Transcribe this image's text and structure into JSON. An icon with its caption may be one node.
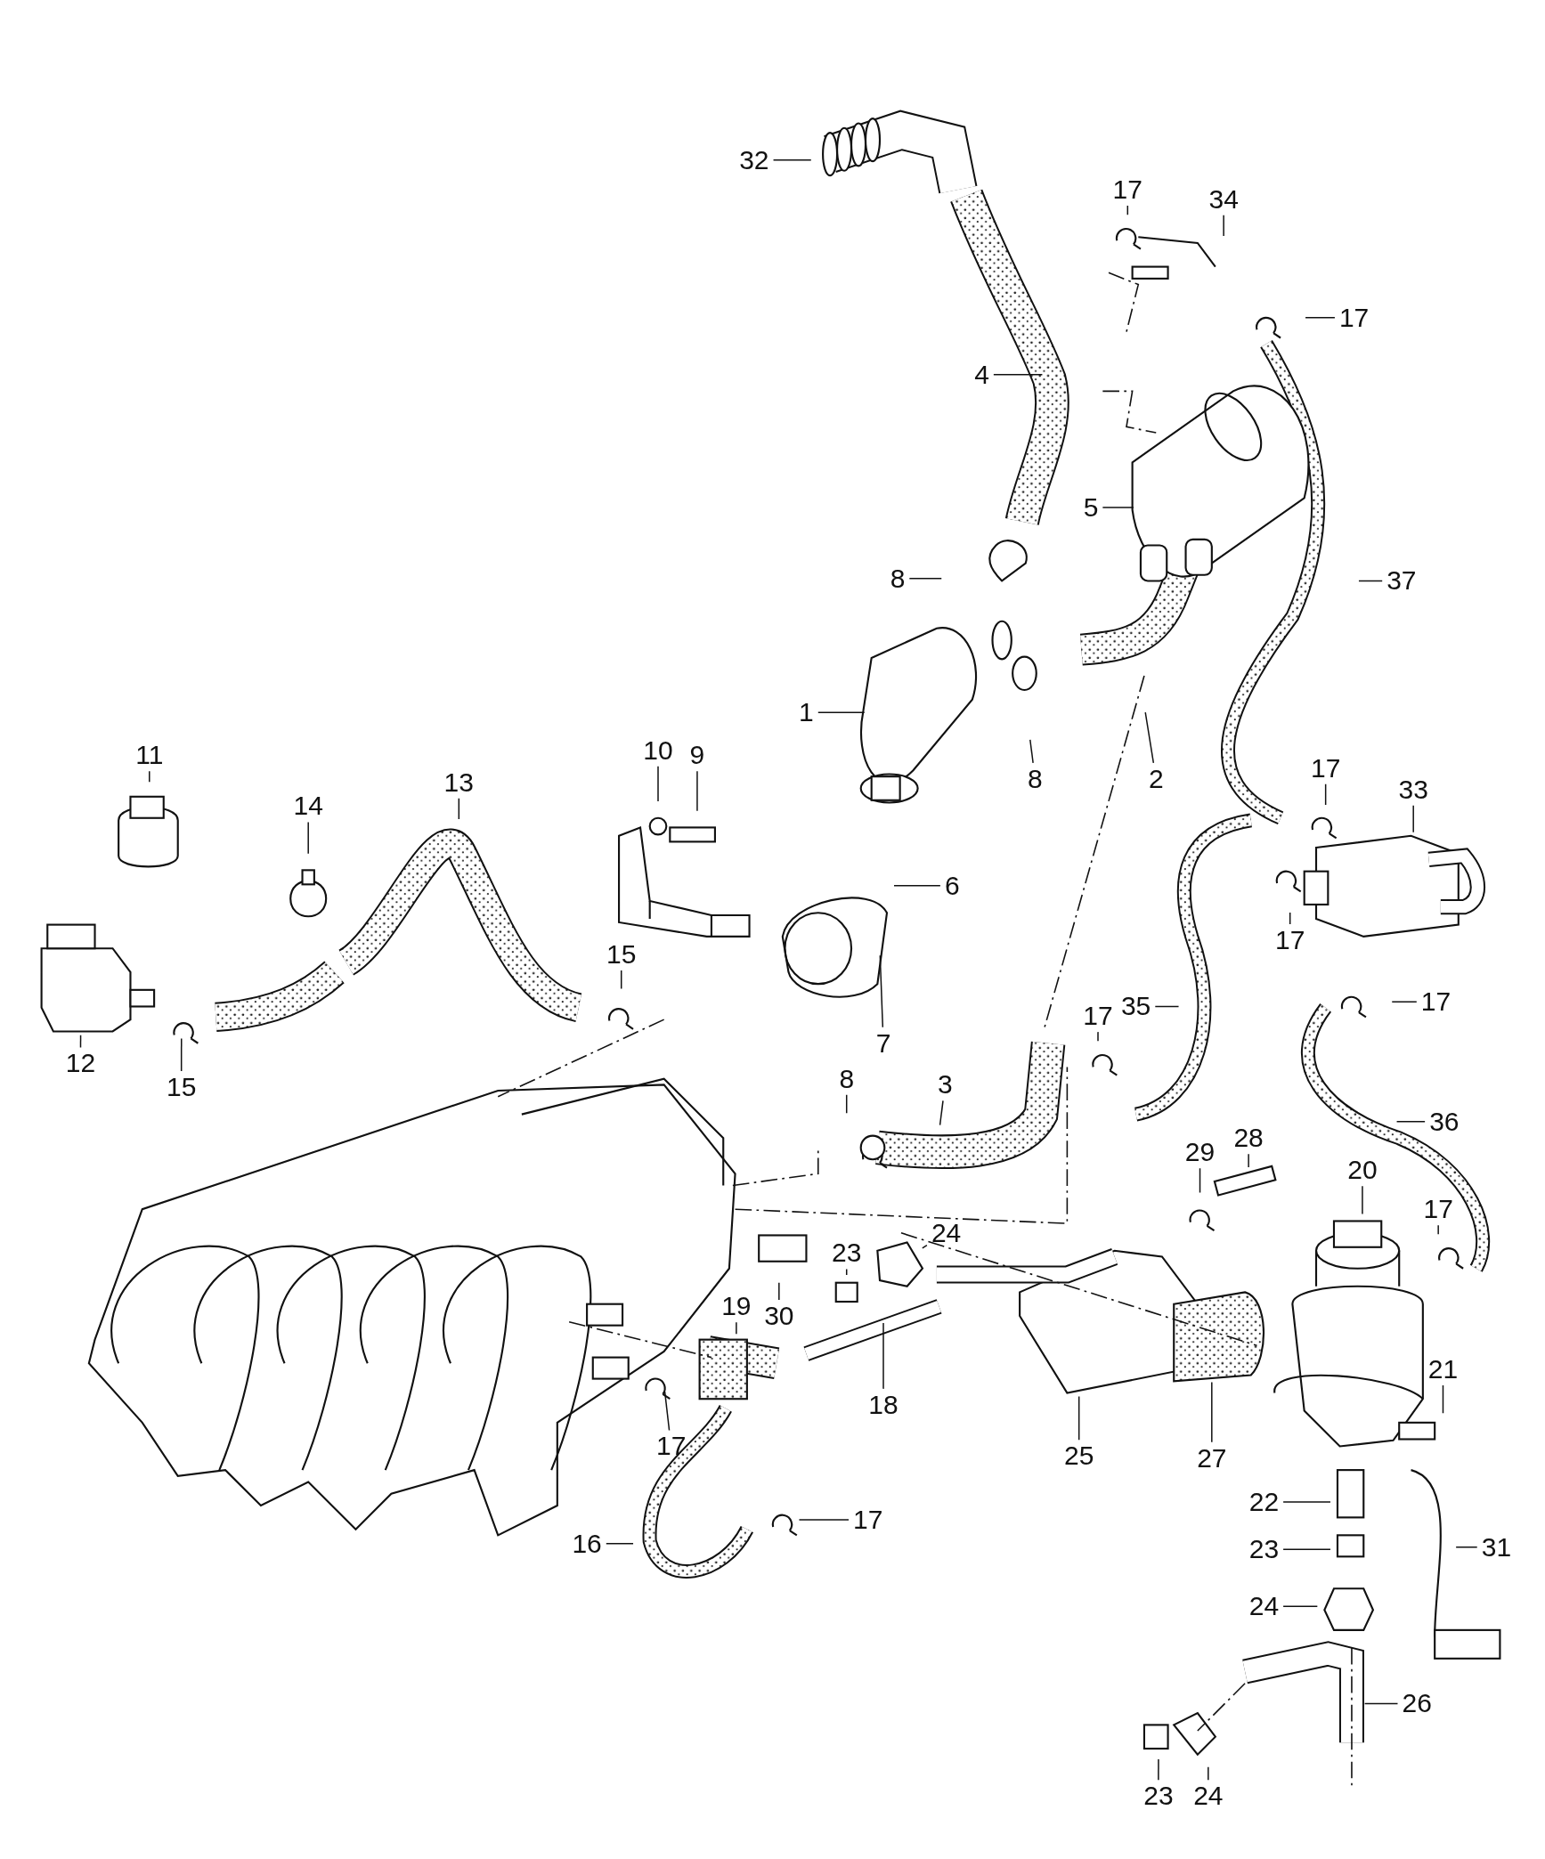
{
  "diagram": {
    "nodes": [
      {
        "text": [
          "32"
        ]
      },
      {
        "text": [
          "17"
        ]
      },
      {
        "text": [
          "34"
        ]
      },
      {
        "text": [
          "17"
        ]
      },
      {
        "text": [
          "4"
        ]
      },
      {
        "text": [
          "5"
        ]
      },
      {
        "text": [
          "37"
        ]
      },
      {
        "text": [
          "8"
        ]
      },
      {
        "text": [
          "1"
        ]
      },
      {
        "text": [
          "8"
        ]
      },
      {
        "text": [
          "2"
        ]
      },
      {
        "text": [
          "11"
        ]
      },
      {
        "text": [
          "10"
        ]
      },
      {
        "text": [
          "9"
        ]
      },
      {
        "text": [
          "13"
        ]
      },
      {
        "text": [
          "17"
        ]
      },
      {
        "text": [
          "33"
        ]
      },
      {
        "text": [
          "14"
        ]
      },
      {
        "text": [
          "6"
        ]
      },
      {
        "text": [
          "17"
        ]
      },
      {
        "text": [
          "12"
        ]
      },
      {
        "text": [
          "15"
        ]
      },
      {
        "text": [
          "15"
        ]
      },
      {
        "text": [
          "7"
        ]
      },
      {
        "text": [
          "17"
        ]
      },
      {
        "text": [
          "35"
        ]
      },
      {
        "text": [
          "36"
        ]
      },
      {
        "text": [
          "3"
        ]
      },
      {
        "text": [
          "8"
        ]
      },
      {
        "text": [
          "17"
        ]
      },
      {
        "text": [
          "28"
        ]
      },
      {
        "text": [
          "29"
        ]
      },
      {
        "text": [
          "20"
        ]
      },
      {
        "text": [
          "24"
        ]
      },
      {
        "text": [
          "23"
        ]
      },
      {
        "text": [
          "17"
        ]
      },
      {
        "text": [
          "19"
        ]
      },
      {
        "text": [
          "30"
        ]
      },
      {
        "text": [
          "18"
        ]
      },
      {
        "text": [
          "21"
        ]
      },
      {
        "text": [
          "25"
        ]
      },
      {
        "text": [
          "27"
        ]
      },
      {
        "text": [
          "17"
        ]
      },
      {
        "text": [
          "22"
        ]
      },
      {
        "text": [
          "16"
        ]
      },
      {
        "text": [
          "17"
        ]
      },
      {
        "text": [
          "31"
        ]
      },
      {
        "text": [
          "23"
        ]
      },
      {
        "text": [
          "24"
        ]
      },
      {
        "text": [
          "26"
        ]
      },
      {
        "text": [
          "23"
        ]
      },
      {
        "text": [
          "24"
        ]
      }
    ],
    "edges": [
      {
        "from": 0,
        "to": null,
        "arrow": "none"
      },
      {
        "from": 1,
        "to": null,
        "arrow": "none"
      },
      {
        "from": 2,
        "to": null,
        "arrow": "none"
      },
      {
        "from": 3,
        "to": null,
        "arrow": "none"
      },
      {
        "from": 4,
        "to": null,
        "arrow": "none"
      },
      {
        "from": 5,
        "to": null,
        "arrow": "none"
      },
      {
        "from": 6,
        "to": null,
        "arrow": "none"
      },
      {
        "from": 7,
        "to": null,
        "arrow": "none"
      },
      {
        "from": 8,
        "to": null,
        "arrow": "none"
      },
      {
        "from": 9,
        "to": null,
        "arrow": "none"
      },
      {
        "from": 10,
        "to": null,
        "arrow": "none"
      },
      {
        "from": 11,
        "to": null,
        "arrow": "none"
      },
      {
        "from": 12,
        "to": null,
        "arrow": "none"
      },
      {
        "from": 13,
        "to": null,
        "arrow": "none"
      },
      {
        "from": 14,
        "to": null,
        "arrow": "none"
      },
      {
        "from": 15,
        "to": null,
        "arrow": "none"
      },
      {
        "from": 16,
        "to": null,
        "arrow": "none"
      },
      {
        "from": 17,
        "to": null,
        "arrow": "none"
      },
      {
        "from": 18,
        "to": null,
        "arrow": "none"
      },
      {
        "from": 19,
        "to": null,
        "arrow": "none"
      },
      {
        "from": 20,
        "to": null,
        "arrow": "none"
      },
      {
        "from": 21,
        "to": null,
        "arrow": "none"
      },
      {
        "from": 22,
        "to": null,
        "arrow": "none"
      },
      {
        "from": 23,
        "to": null,
        "arrow": "none"
      },
      {
        "from": 24,
        "to": null,
        "arrow": "none"
      },
      {
        "from": 25,
        "to": null,
        "arrow": "none"
      },
      {
        "from": 26,
        "to": null,
        "arrow": "none"
      },
      {
        "from": 27,
        "to": null,
        "arrow": "none"
      },
      {
        "from": 28,
        "to": null,
        "arrow": "none"
      },
      {
        "from": 29,
        "to": null,
        "arrow": "none"
      },
      {
        "from": 30,
        "to": null,
        "arrow": "none"
      },
      {
        "from": 31,
        "to": null,
        "arrow": "none"
      },
      {
        "from": 32,
        "to": null,
        "arrow": "none"
      },
      {
        "from": 33,
        "to": null,
        "arrow": "none"
      },
      {
        "from": 34,
        "to": null,
        "arrow": "none"
      },
      {
        "from": 35,
        "to": null,
        "arrow": "none"
      },
      {
        "from": 36,
        "to": null,
        "arrow": "none"
      },
      {
        "from": 37,
        "to": null,
        "arrow": "none"
      },
      {
        "from": 38,
        "to": null,
        "arrow": "none"
      },
      {
        "from": 39,
        "to": null,
        "arrow": "none"
      },
      {
        "from": 40,
        "to": null,
        "arrow": "none"
      },
      {
        "from": 41,
        "to": null,
        "arrow": "none"
      },
      {
        "from": 42,
        "to": null,
        "arrow": "none"
      },
      {
        "from": 43,
        "to": null,
        "arrow": "none"
      },
      {
        "from": 44,
        "to": null,
        "arrow": "none"
      },
      {
        "from": 45,
        "to": null,
        "arrow": "none"
      },
      {
        "from": 46,
        "to": null,
        "arrow": "none"
      },
      {
        "from": 47,
        "to": null,
        "arrow": "none"
      },
      {
        "from": 48,
        "to": null,
        "arrow": "none"
      },
      {
        "from": 49,
        "to": null,
        "arrow": "none"
      },
      {
        "from": 50,
        "to": null,
        "arrow": "none"
      },
      {
        "from": 51,
        "to": null,
        "arrow": "none"
      }
    ]
  }
}
